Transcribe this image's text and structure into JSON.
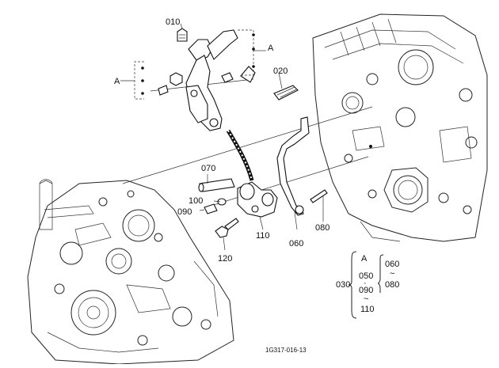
{
  "callouts": {
    "p010": "010",
    "p020": "020",
    "p060": "060",
    "p070": "070",
    "p080": "080",
    "p090": "090",
    "p100": "100",
    "p110": "110",
    "p120": "120",
    "groupA_right": "A",
    "groupA_left": "A"
  },
  "legend": {
    "assembly": "030",
    "col1": [
      "A",
      "050",
      "090",
      "110"
    ],
    "col1_sep": [
      "·",
      "~"
    ],
    "col2": [
      "060",
      "~",
      "080"
    ]
  },
  "figure_id": "1G317-016-13"
}
